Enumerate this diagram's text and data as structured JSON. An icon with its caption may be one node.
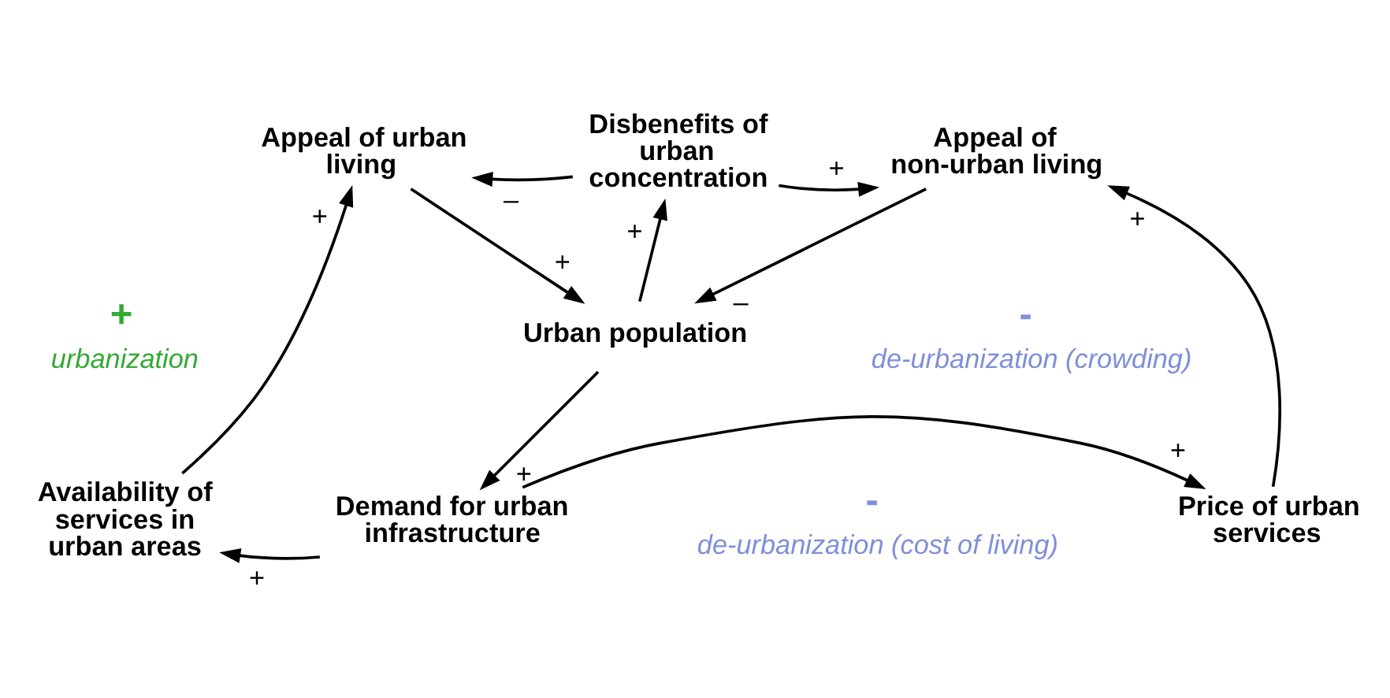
{
  "diagram": {
    "nodes": [
      {
        "text": [
          "Disbenefits of urban concentration"
        ]
      },
      {
        "text": [
          "Appeal of urban living"
        ]
      },
      {
        "text": [
          "Appeal of non-urban living"
        ]
      },
      {
        "text": [
          "-",
          "de-urbanization (crowding)"
        ]
      },
      {
        "text": [
          "Urban population"
        ]
      },
      {
        "text": [
          "+",
          "urbanization"
        ]
      },
      {
        "text": [
          "-",
          "de-urbanization (cost of living)"
        ]
      },
      {
        "text": [
          "Availability of services in urban areas"
        ]
      },
      {
        "text": [
          "Price of urban services"
        ]
      },
      {
        "text": [
          "Demand for urban infrastructure"
        ]
      }
    ],
    "edges": [
      {
        "from": 1,
        "to": 4,
        "arrow": "to",
        "label": "+"
      },
      {
        "from": 4,
        "to": 0,
        "arrow": "to",
        "label": "+"
      },
      {
        "from": 0,
        "to": 1,
        "arrow": "to",
        "label": "–"
      },
      {
        "from": 0,
        "to": 2,
        "arrow": "to",
        "label": "+"
      },
      {
        "from": 2,
        "to": 4,
        "arrow": "to",
        "label": "–"
      },
      {
        "from": 4,
        "to": 9,
        "arrow": "to",
        "label": "+"
      },
      {
        "from": 9,
        "to": 7,
        "arrow": "to",
        "label": "+"
      },
      {
        "from": 7,
        "to": 1,
        "arrow": "to",
        "label": "+"
      },
      {
        "from": 9,
        "to": 8,
        "arrow": "to",
        "label": "+"
      },
      {
        "from": 8,
        "to": 2,
        "arrow": "to",
        "label": "+"
      }
    ]
  }
}
